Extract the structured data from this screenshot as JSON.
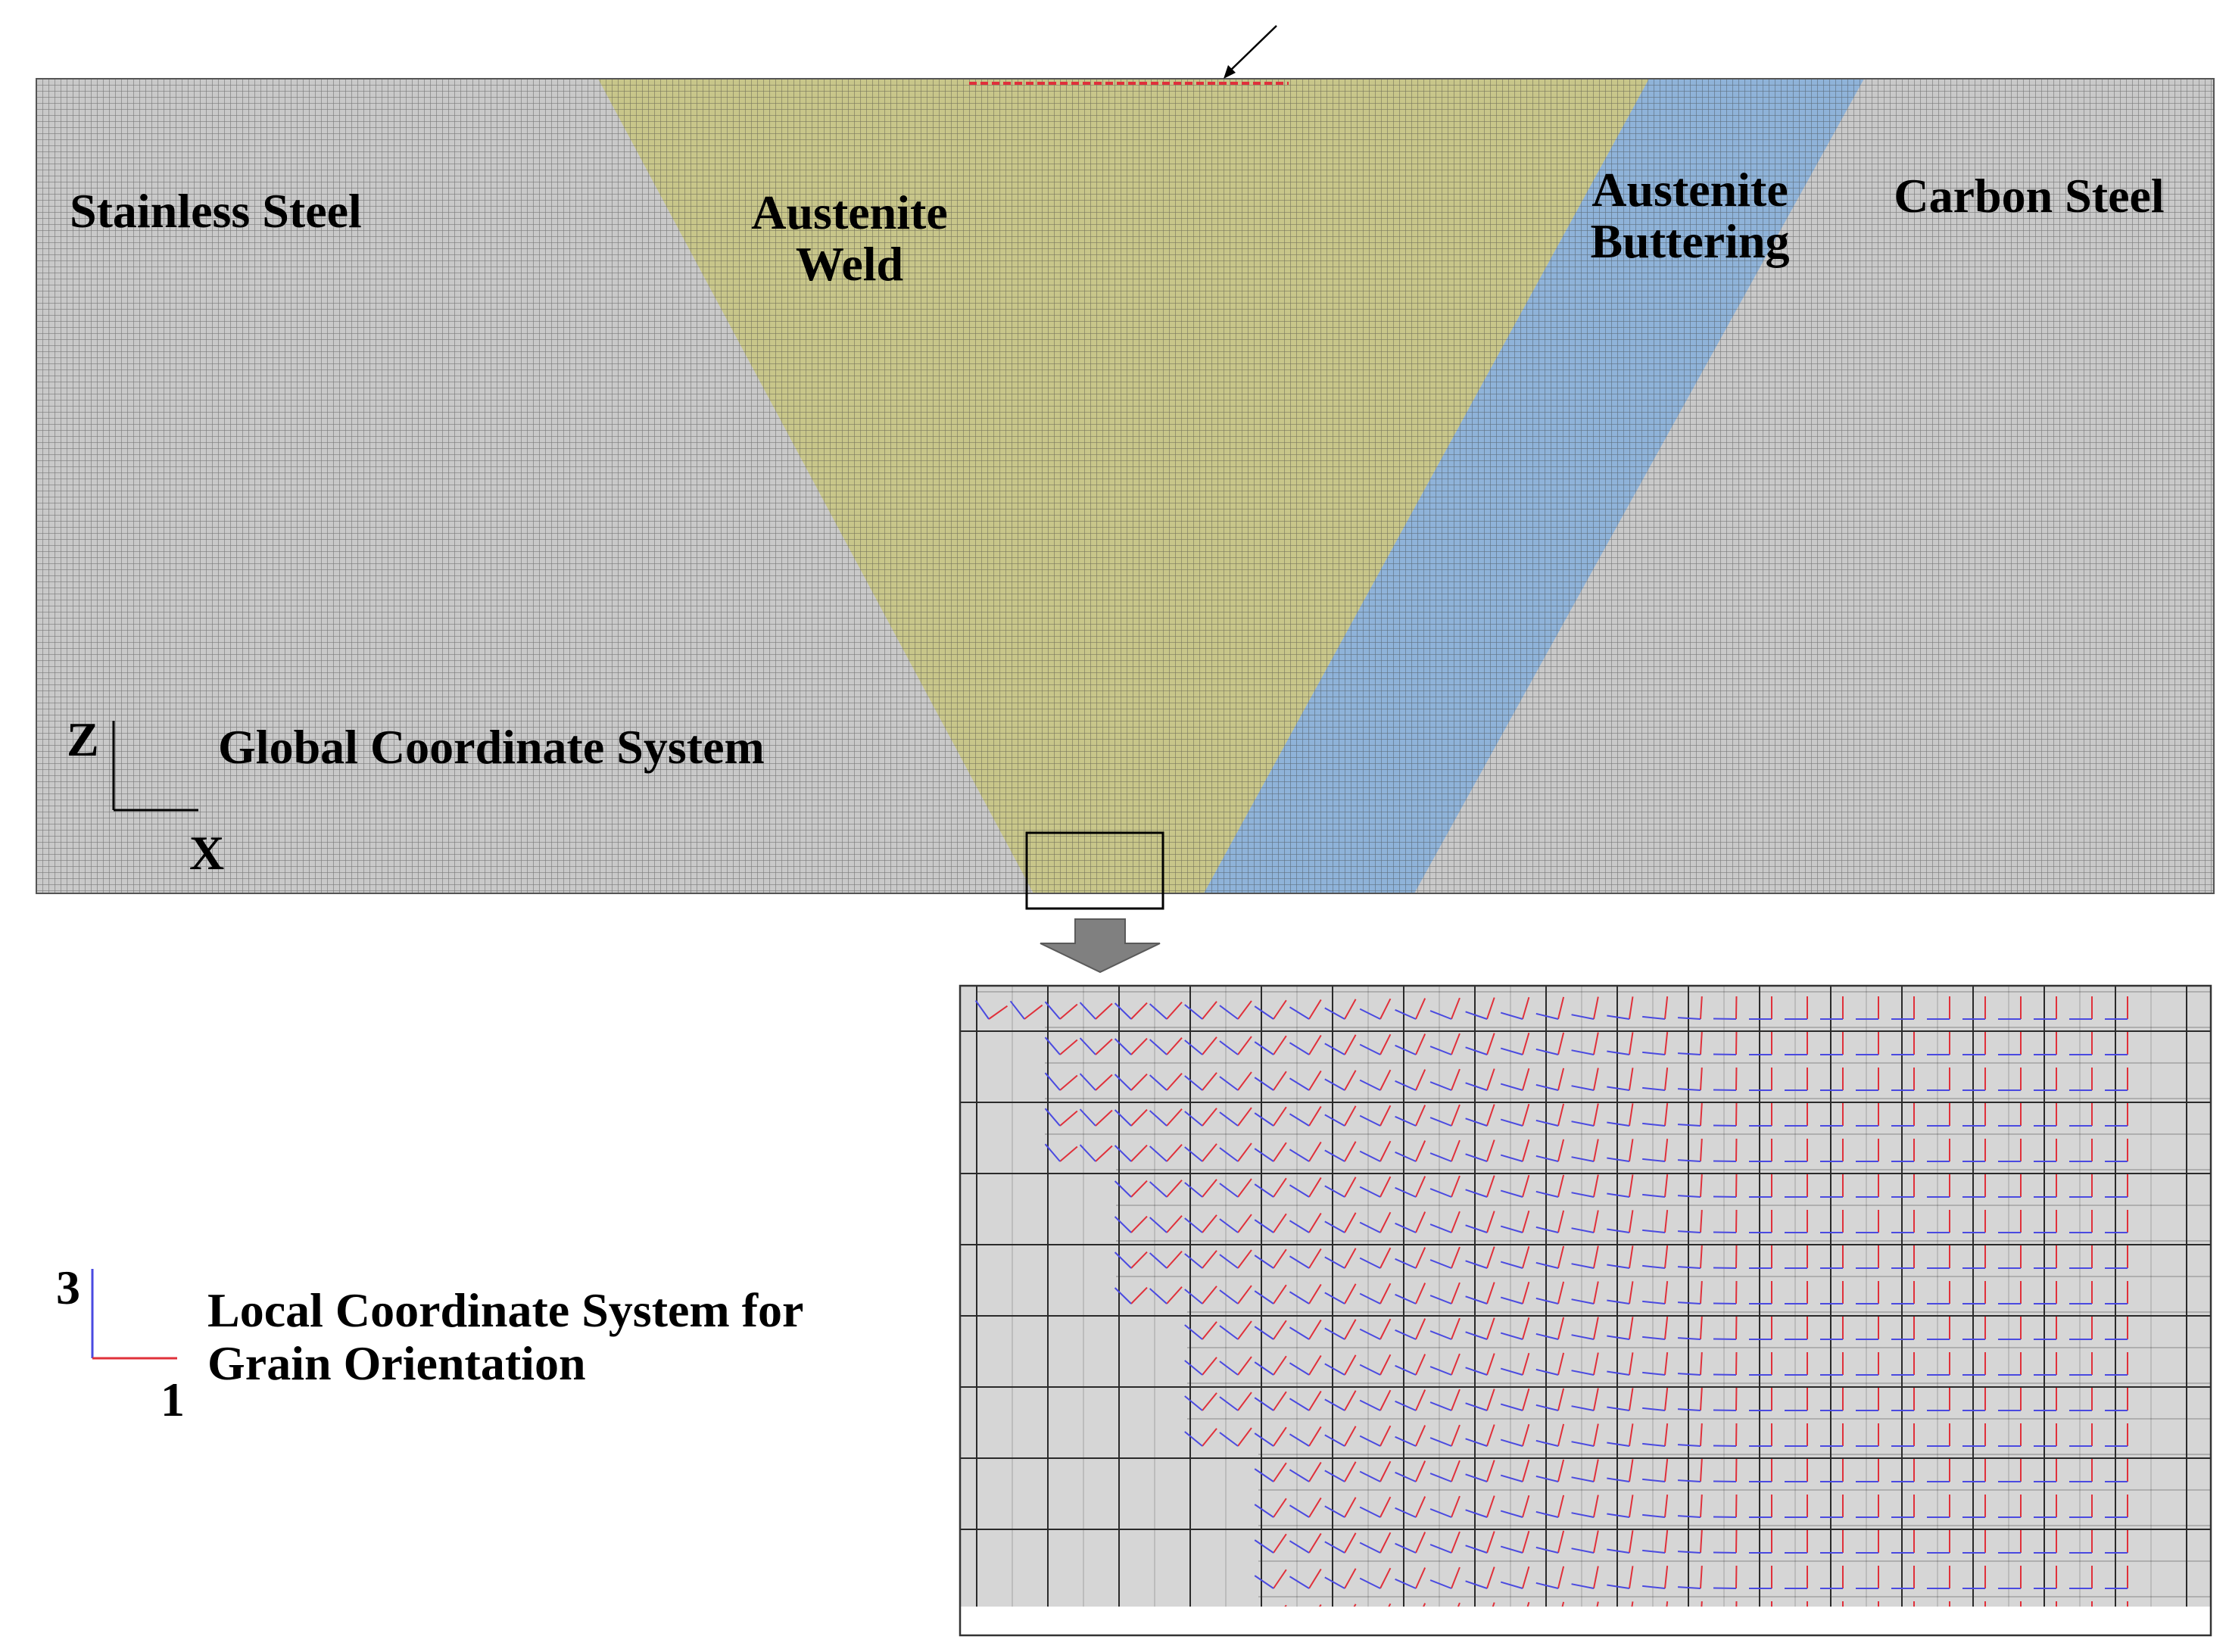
{
  "regions": {
    "stainless_steel": "Stainless Steel",
    "austenite_weld": [
      "Austenite",
      "Weld"
    ],
    "austenite_buttering": [
      "Austenite",
      "Buttering"
    ],
    "carbon_steel": "Carbon Steel"
  },
  "global_cs": {
    "title": "Global Coordinate System",
    "axis_z": "Z",
    "axis_x": "X"
  },
  "local_cs": {
    "title": [
      "Local Coordinate System for",
      "Grain Orientation"
    ],
    "axis_3": "3",
    "axis_1": "1"
  },
  "colors": {
    "steel": "#c9c9c9",
    "weld": "#c8c68a",
    "buttering": "#8fb3d9",
    "mesh_line": "#3a3a3a",
    "detail_bg": "#d6d6d6",
    "axis_1_red": "#e0303a",
    "axis_3_blue": "#4a4ae0"
  },
  "icons": {
    "arrow": "down-arrow-icon",
    "pointer": "pointer-arrow-icon"
  }
}
